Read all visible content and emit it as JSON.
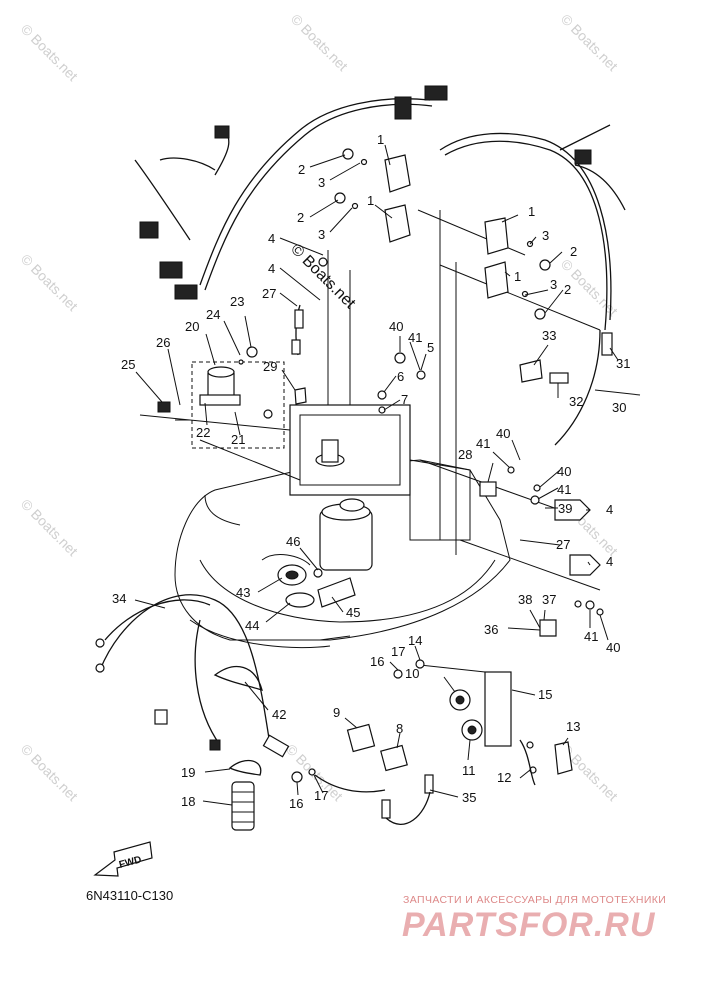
{
  "diagram": {
    "catalog_code": "6N43110-C130",
    "fwd_label": "FWD",
    "watermark_text": "© Boats.net",
    "watermark_center": "© Boats.net",
    "site_tagline": "ЗАПЧАСТИ И АКСЕССУАРЫ ДЛЯ МОТОТЕХНИКИ",
    "site_name": "PARTSFOR.RU",
    "callouts": [
      {
        "id": "c1a",
        "text": "1"
      },
      {
        "id": "c1b",
        "text": "1"
      },
      {
        "id": "c1c",
        "text": "1"
      },
      {
        "id": "c1d",
        "text": "1"
      },
      {
        "id": "c2a",
        "text": "2"
      },
      {
        "id": "c2b",
        "text": "2"
      },
      {
        "id": "c2c",
        "text": "2"
      },
      {
        "id": "c2d",
        "text": "2"
      },
      {
        "id": "c3a",
        "text": "3"
      },
      {
        "id": "c3b",
        "text": "3"
      },
      {
        "id": "c3c",
        "text": "3"
      },
      {
        "id": "c3d",
        "text": "3"
      },
      {
        "id": "c4a",
        "text": "4"
      },
      {
        "id": "c4b",
        "text": "4"
      },
      {
        "id": "c4c",
        "text": "4"
      },
      {
        "id": "c4d",
        "text": "4"
      },
      {
        "id": "c5",
        "text": "5"
      },
      {
        "id": "c6",
        "text": "6"
      },
      {
        "id": "c7",
        "text": "7"
      },
      {
        "id": "c8",
        "text": "8"
      },
      {
        "id": "c9",
        "text": "9"
      },
      {
        "id": "c10",
        "text": "10"
      },
      {
        "id": "c11",
        "text": "11"
      },
      {
        "id": "c12",
        "text": "12"
      },
      {
        "id": "c13",
        "text": "13"
      },
      {
        "id": "c14",
        "text": "14"
      },
      {
        "id": "c15",
        "text": "15"
      },
      {
        "id": "c16a",
        "text": "16"
      },
      {
        "id": "c16b",
        "text": "16"
      },
      {
        "id": "c17a",
        "text": "17"
      },
      {
        "id": "c17b",
        "text": "17"
      },
      {
        "id": "c18",
        "text": "18"
      },
      {
        "id": "c19",
        "text": "19"
      },
      {
        "id": "c20",
        "text": "20"
      },
      {
        "id": "c21",
        "text": "21"
      },
      {
        "id": "c22",
        "text": "22"
      },
      {
        "id": "c23",
        "text": "23"
      },
      {
        "id": "c24",
        "text": "24"
      },
      {
        "id": "c25",
        "text": "25"
      },
      {
        "id": "c26",
        "text": "26"
      },
      {
        "id": "c27a",
        "text": "27"
      },
      {
        "id": "c27b",
        "text": "27"
      },
      {
        "id": "c28",
        "text": "28"
      },
      {
        "id": "c29",
        "text": "29"
      },
      {
        "id": "c30",
        "text": "30"
      },
      {
        "id": "c31",
        "text": "31"
      },
      {
        "id": "c32",
        "text": "32"
      },
      {
        "id": "c33",
        "text": "33"
      },
      {
        "id": "c34",
        "text": "34"
      },
      {
        "id": "c35",
        "text": "35"
      },
      {
        "id": "c36",
        "text": "36"
      },
      {
        "id": "c37",
        "text": "37"
      },
      {
        "id": "c38",
        "text": "38"
      },
      {
        "id": "c39",
        "text": "39"
      },
      {
        "id": "c40a",
        "text": "40"
      },
      {
        "id": "c40b",
        "text": "40"
      },
      {
        "id": "c40c",
        "text": "40"
      },
      {
        "id": "c40d",
        "text": "40"
      },
      {
        "id": "c41a",
        "text": "41"
      },
      {
        "id": "c41b",
        "text": "41"
      },
      {
        "id": "c41c",
        "text": "41"
      },
      {
        "id": "c41d",
        "text": "41"
      },
      {
        "id": "c42",
        "text": "42"
      },
      {
        "id": "c43",
        "text": "43"
      },
      {
        "id": "c44",
        "text": "44"
      },
      {
        "id": "c45",
        "text": "45"
      },
      {
        "id": "c46",
        "text": "46"
      }
    ]
  }
}
